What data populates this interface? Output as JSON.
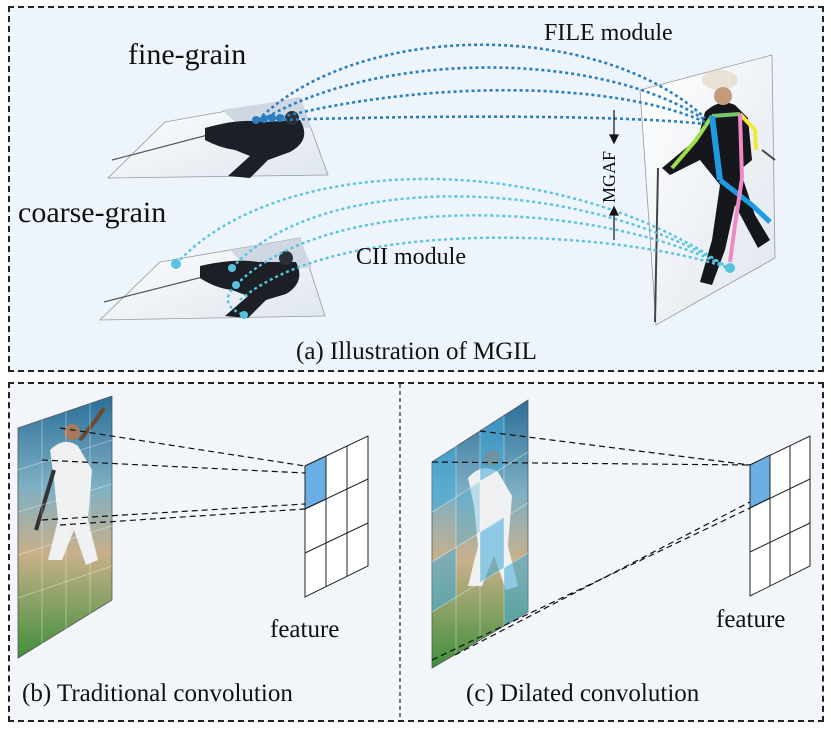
{
  "panel_a": {
    "fine_label": "fine-grain",
    "coarse_label": "coarse-grain",
    "file_label": "FILE module",
    "cii_label": "CII module",
    "mgaf_label": "MGAF",
    "caption": "(a) Illustration of MGIL"
  },
  "panel_b": {
    "feature_label": "feature",
    "caption": "(b) Traditional convolution"
  },
  "panel_c": {
    "feature_label": "feature",
    "caption": "(c) Dilated convolution"
  },
  "colors": {
    "fine_arc": "#2a7fc4",
    "coarse_arc": "#56c4e0",
    "kernel_cell": "#6aaee3",
    "dilated_cell": "#3fa9d8"
  }
}
